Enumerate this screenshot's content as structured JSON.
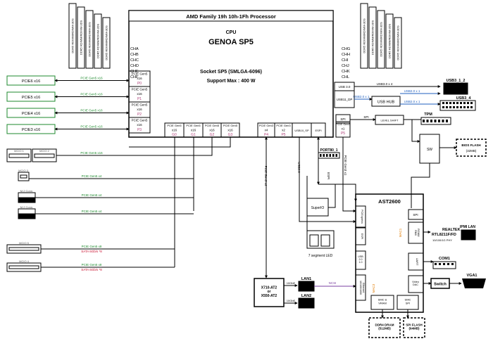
{
  "cpu": {
    "header": "AMD Family 19h 10h-1Fh Processor",
    "label": "CPU",
    "name": "GENOA SP5",
    "socket": "Socket SP5 (SMLGA-6096)",
    "power": "Support Max : 400 W"
  },
  "dimm_label": "DDR5 RDIMM/RDIMM-3DS",
  "channels_left": [
    "CHA",
    "CHB",
    "CHC",
    "CHD",
    "CHE",
    "CHF"
  ],
  "channels_right": [
    "CHG",
    "CHH",
    "CHI",
    "CHJ",
    "CHK",
    "CHL"
  ],
  "cpu_pcie_left": [
    {
      "title": "PCIE Gen5",
      "width": "x16",
      "port": "P0"
    },
    {
      "title": "PCIE Gen5",
      "width": "x16",
      "port": "P1"
    },
    {
      "title": "PCIE Gen5",
      "width": "x16",
      "port": "P2"
    },
    {
      "title": "PCIE Gen5",
      "width": "x16",
      "port": "P3"
    }
  ],
  "cpu_pcie_bottom": [
    {
      "title": "PCIE Gen5",
      "width": "x16",
      "port": "G0"
    },
    {
      "title": "PCIE Gen5",
      "width": "x16",
      "port": "G1"
    },
    {
      "title": "PCIE Gen5",
      "width": "x16",
      "port": "G2"
    },
    {
      "title": "PCIE Gen5",
      "width": "x16",
      "port": "G3"
    },
    {
      "title": "PCIE Gen3",
      "width": "x4",
      "port": "P4"
    },
    {
      "title": "PCIE Gen3",
      "width": "x2",
      "port": "P5"
    },
    {
      "title": "USB10_SP",
      "width": "",
      "port": ""
    },
    {
      "title": "ESPI",
      "width": "",
      "port": ""
    },
    {
      "title": "PCIE Gen3",
      "width": "x1",
      "port": "P5"
    }
  ],
  "cpu_right_ports": {
    "usb3": "USB 3.0",
    "usb11": "USB11_DP",
    "spi": "SPI"
  },
  "slots": [
    {
      "name": "PCIE6 x16",
      "link": "PCIE Gen5 x16"
    },
    {
      "name": "PCIE5 x16",
      "link": "PCIE Gen5 x16"
    },
    {
      "name": "PCIE4 x16",
      "link": "PCIE Gen5 x16"
    },
    {
      "name": "PCIE3 x16",
      "link": "PCIE Gen5 x16"
    }
  ],
  "mcio_pair": [
    "MCIO 1",
    "MCIO 2"
  ],
  "mcio_pair_link": "PCIE Gen5 x16",
  "mcio3": {
    "name": "MCIO 3",
    "link": "PCIE Gen5 x4"
  },
  "m2": [
    {
      "name": "M.2 Conn.",
      "link": "PCIE Gen5 x4"
    },
    {
      "name": "M.2 Conn.",
      "link": "PCIE Gen5 x4"
    }
  ],
  "mcio_bottom": [
    {
      "name": "MCIO 5",
      "link": "PCIE Gen5 x8",
      "sata": "SATA 6Gb/s *8"
    },
    {
      "name": "MCIO 4",
      "link": "PCIE Gen5 x8",
      "sata": "SATA 6Gb/s *8"
    }
  ],
  "vertical_links": {
    "gen3x4": "PCIE Gen3 x4",
    "usb20": "USB2.0",
    "espi": "ESPI",
    "gen3x1": "PCIE Gen3 x1"
  },
  "usb": {
    "link_usb3": "USB3.0 x 4",
    "hub": "USB HUB",
    "usb2_cpu": "USB2.0 x 1",
    "usb2_a": "USB2.0 x 1",
    "usb2_b": "USB2.0 x 1",
    "usb3_12": "USB3_1_2",
    "usb3_4": "USB3_4"
  },
  "spi_path": {
    "spi": "SPI",
    "level_shift": "LEVEL SHIFT",
    "tpm": "TPM",
    "sw": "SW",
    "bios": "BIOS FLASH",
    "bios_size": "(32MB)"
  },
  "port80": "PORT80_1",
  "superio": "SuperIO",
  "seg": "7 segment LED",
  "bmc": {
    "name": "AST2600",
    "pcie": "PCIExpress",
    "espi": "ESPI",
    "usb": "USB\n2.0\n1.0",
    "eth": "Ethernet\n10/100/1000",
    "spi": "SPI",
    "rgmii": "RGMII/\nRMII",
    "mac1": "MAC1",
    "mac3": "MAC3",
    "uart": "UART",
    "video": "Video\nDAC",
    "smc_vram": "SMC &\nVRAM",
    "smc_spi": "SMC\nSPI"
  },
  "lan": {
    "chip": "X710-AT2\nor\nX550-AT2",
    "speed1": "10GbE",
    "speed2": "10GbE",
    "lan1": "LAN1",
    "lan2": "LAN2",
    "ncsi": "NCSI"
  },
  "realtek": {
    "line1": "REALTEK",
    "line2": "RTL8211F/FD",
    "line3": "10/100/1G PHY",
    "ipmi": "IPMI LAN"
  },
  "com1": "COM1",
  "switch": "Switch",
  "vga": "VGA1",
  "ddr4": "DDR4 DRAM\n(512MB)",
  "spiflash": "SPI FLASH\n(64MB)"
}
